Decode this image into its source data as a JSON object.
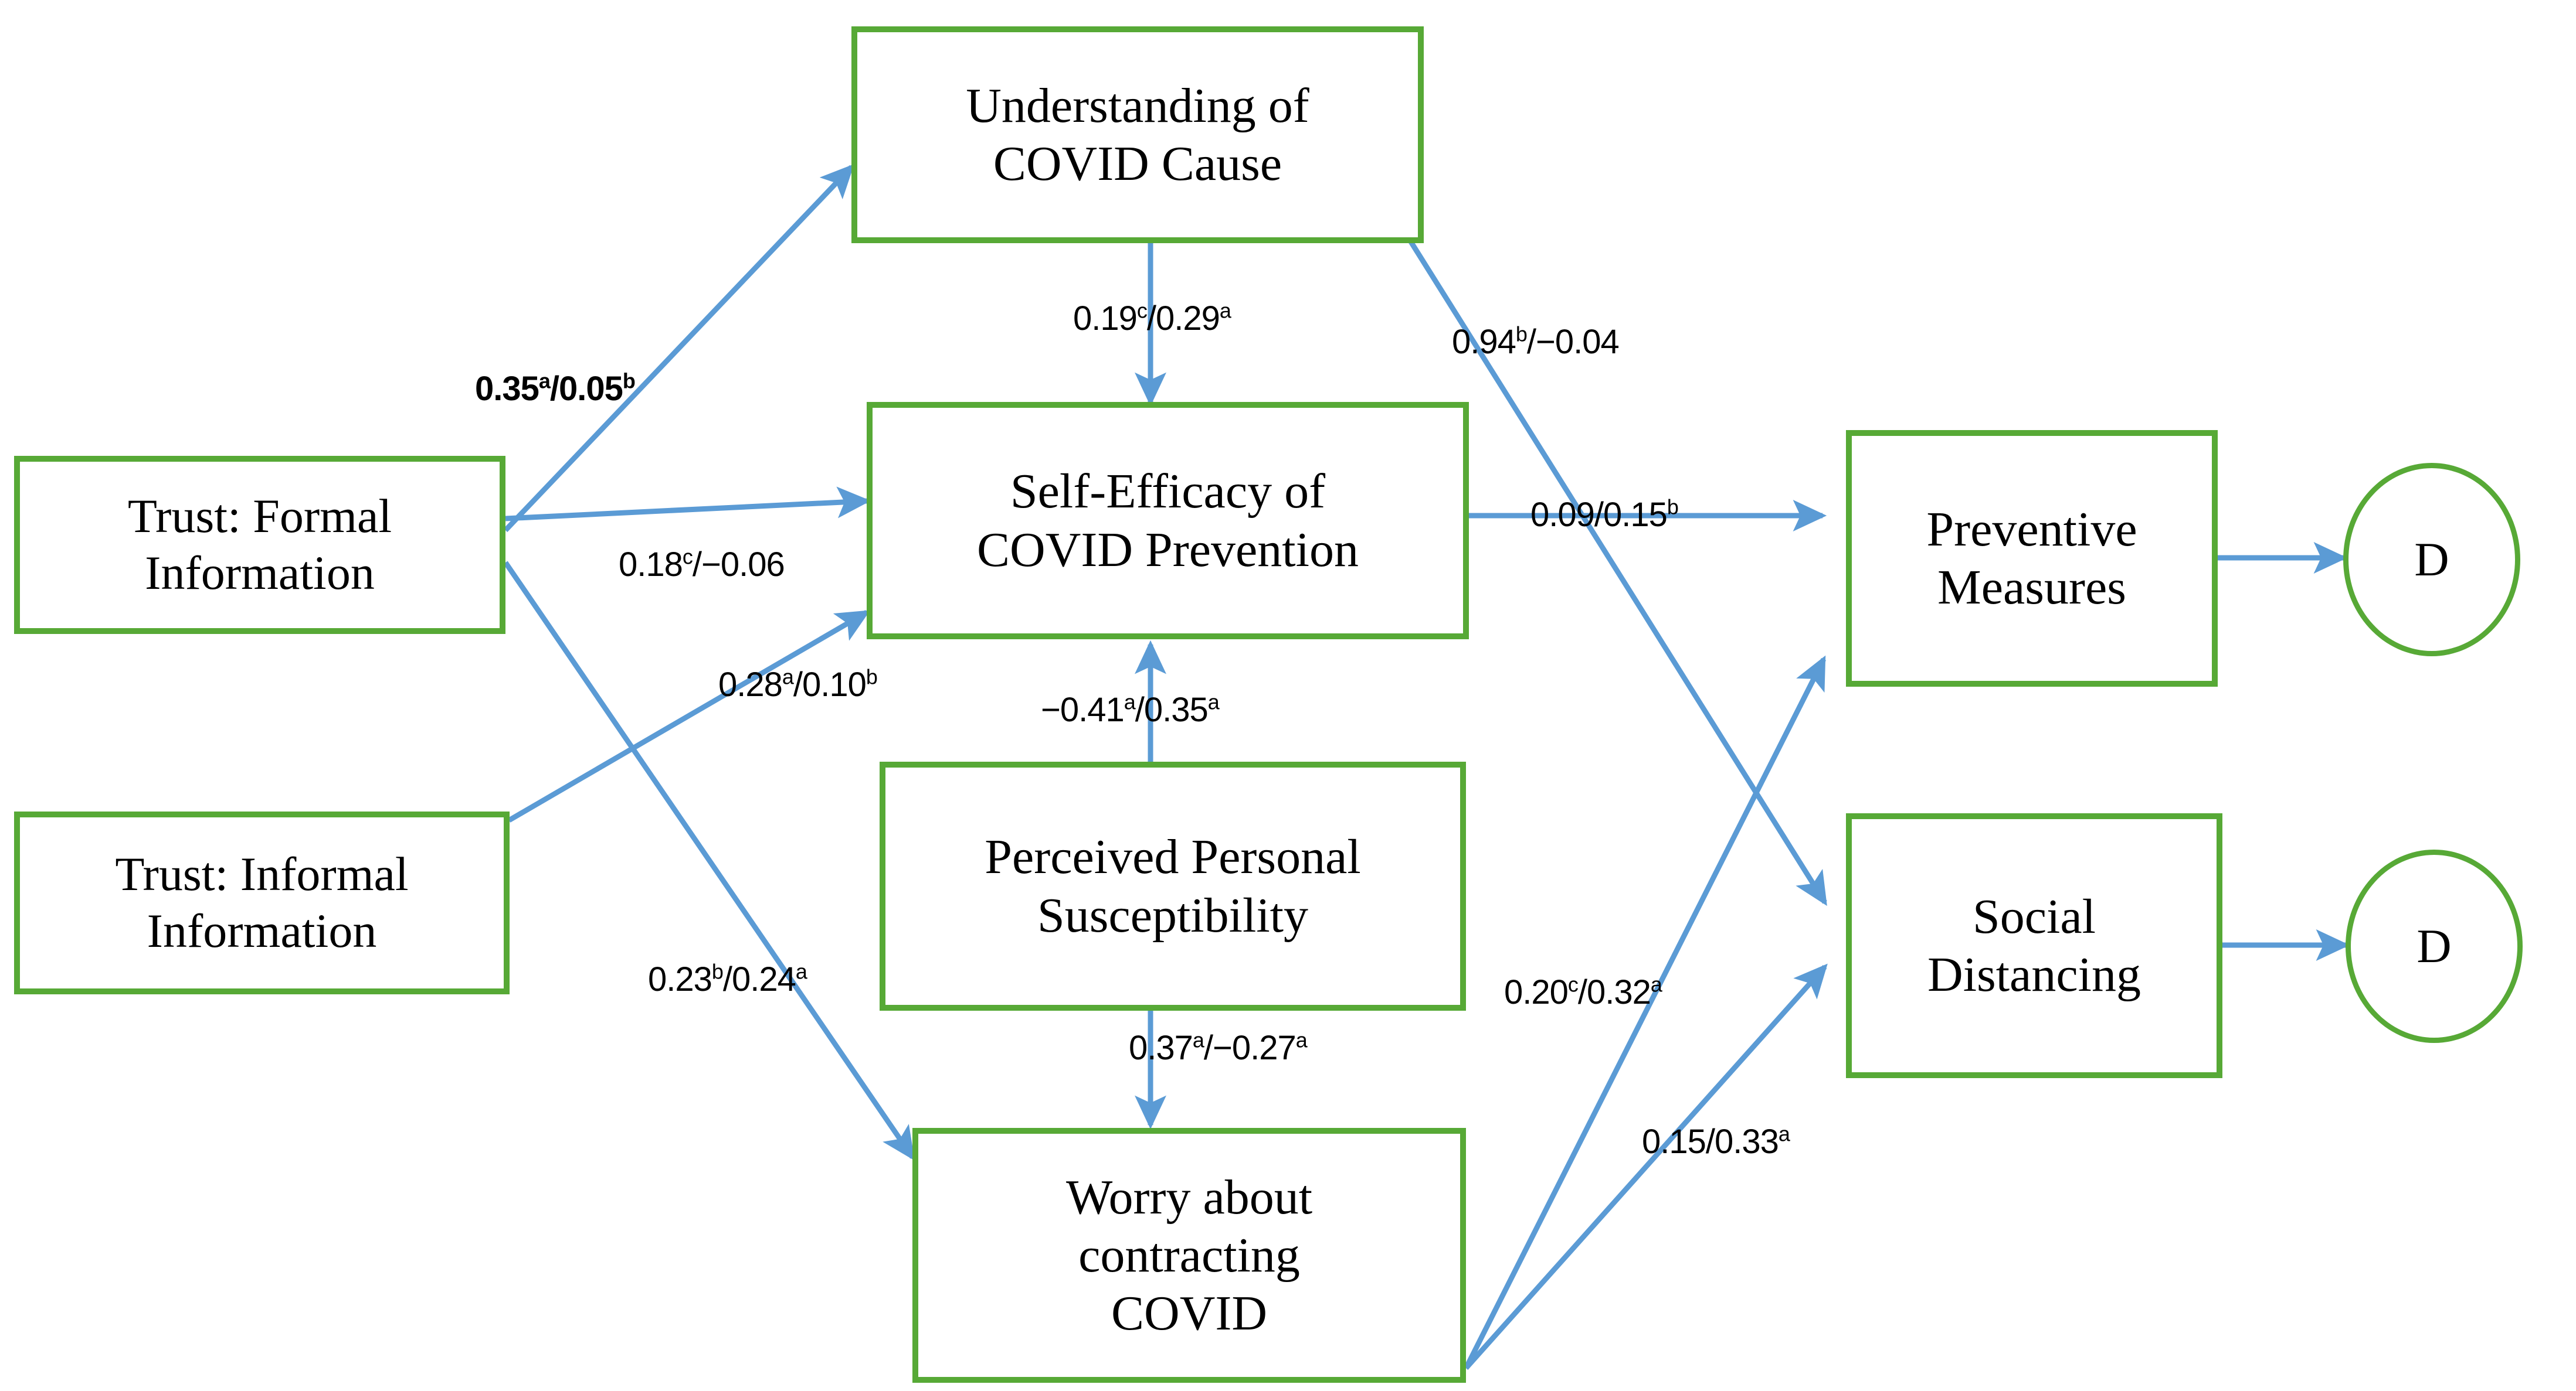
{
  "diagram": {
    "title": "COVID-19 health belief path model",
    "colors": {
      "node_border": "#57A936",
      "arrow": "#5B9BD5",
      "text": "#000000",
      "background": "#FFFFFF"
    },
    "nodes": [
      {
        "id": "understanding",
        "label": "Understanding of\nCOVID Cause",
        "line1": "Understanding of",
        "line2": "COVID Cause",
        "line3": "",
        "shape": "rectangle"
      },
      {
        "id": "self-efficacy",
        "label": "Self-Efficacy of\nCOVID Prevention",
        "line1": "Self-Efficacy of",
        "line2": "COVID Prevention",
        "line3": "",
        "shape": "rectangle"
      },
      {
        "id": "susceptibility",
        "label": "Perceived Personal\nSusceptibility",
        "line1": "Perceived Personal",
        "line2": "Susceptibility",
        "line3": "",
        "shape": "rectangle"
      },
      {
        "id": "worry",
        "label": "Worry about\ncontracting\nCOVID",
        "line1": "Worry about",
        "line2": "contracting",
        "line3": "COVID",
        "shape": "rectangle"
      },
      {
        "id": "trust-formal",
        "label": "Trust: Formal\nInformation",
        "line1": "Trust: Formal",
        "line2": "Information",
        "line3": "",
        "shape": "rectangle"
      },
      {
        "id": "trust-informal",
        "label": "Trust: Informal\nInformation",
        "line1": "Trust: Informal",
        "line2": "Information",
        "line3": "",
        "shape": "rectangle"
      },
      {
        "id": "preventive-measures",
        "label": "Preventive\nMeasures",
        "line1": "Preventive",
        "line2": "Measures",
        "line3": "",
        "shape": "rectangle"
      },
      {
        "id": "social-distancing",
        "label": "Social\nDistancing",
        "line1": "Social",
        "line2": "Distancing",
        "line3": "",
        "shape": "rectangle"
      },
      {
        "id": "disturbance-top",
        "label": "D",
        "line1": "D",
        "line2": "",
        "line3": "",
        "shape": "circle"
      },
      {
        "id": "disturbance-bottom",
        "label": "D",
        "line1": "D",
        "line2": "",
        "line3": "",
        "shape": "circle"
      }
    ],
    "edges": [
      {
        "id": "trust-formal-to-understanding",
        "from": "trust-formal",
        "to": "understanding",
        "coef_text": "0.35/0.05",
        "coef1": "0.35",
        "sup1": "a",
        "coef2": "0.05",
        "sup2": "b",
        "bold": true,
        "label": "0.35a/0.05b"
      },
      {
        "id": "trust-formal-to-self-efficacy",
        "from": "trust-formal",
        "to": "self-efficacy",
        "coef_text": "0.18/-0.06",
        "coef1": "0.18",
        "sup1": "c",
        "coef2": "−0.06",
        "sup2": "",
        "bold": false,
        "label": "0.18c/-0.06"
      },
      {
        "id": "trust-informal-to-self-efficacy",
        "from": "trust-informal",
        "to": "self-efficacy",
        "coef_text": "0.28/0.10",
        "coef1": "0.28",
        "sup1": "a",
        "coef2": "0.10",
        "sup2": "b",
        "bold": false,
        "label": "0.28a/0.10b"
      },
      {
        "id": "trust-informal-to-worry",
        "from": "trust-informal",
        "to": "worry",
        "coef_text": "0.23/0.24",
        "coef1": "0.23",
        "sup1": "b",
        "coef2": "0.24",
        "sup2": "a",
        "bold": false,
        "label": "0.23b/0.24a"
      },
      {
        "id": "understanding-to-self-efficacy",
        "from": "understanding",
        "to": "self-efficacy",
        "coef_text": "0.19/0.29",
        "coef1": "0.19",
        "sup1": "c",
        "coef2": "0.29",
        "sup2": "a",
        "bold": false,
        "label": "0.19c/0.29a"
      },
      {
        "id": "understanding-to-social-distancing",
        "from": "understanding",
        "to": "social-distancing",
        "coef_text": "0.94/-0.04",
        "coef1": "0.94",
        "sup1": "b",
        "coef2": "−0.04",
        "sup2": "",
        "bold": false,
        "label": "0.94b/-0.04"
      },
      {
        "id": "self-efficacy-to-preventive-measures",
        "from": "self-efficacy",
        "to": "preventive-measures",
        "coef_text": "0.09/0.15",
        "coef1": "0.09",
        "sup1": "",
        "coef2": "0.15",
        "sup2": "b",
        "bold": false,
        "label": "0.09/0.15b"
      },
      {
        "id": "susceptibility-to-self-efficacy",
        "from": "susceptibility",
        "to": "self-efficacy",
        "coef_text": "-0.41/0.35",
        "coef1": "−0.41",
        "sup1": "a",
        "coef2": "0.35",
        "sup2": "a",
        "bold": false,
        "label": "-0.41a/0.35a"
      },
      {
        "id": "susceptibility-to-worry",
        "from": "susceptibility",
        "to": "worry",
        "coef_text": "0.37/-0.27",
        "coef1": "0.37",
        "sup1": "a",
        "coef2": "−0.27",
        "sup2": "a",
        "bold": false,
        "label": "0.37a/-0.27a"
      },
      {
        "id": "worry-to-preventive-measures",
        "from": "worry",
        "to": "preventive-measures",
        "coef_text": "0.20/0.32",
        "coef1": "0.20",
        "sup1": "c",
        "coef2": "0.32",
        "sup2": "a",
        "bold": false,
        "label": "0.20c/0.32a"
      },
      {
        "id": "worry-to-social-distancing",
        "from": "worry",
        "to": "social-distancing",
        "coef_text": "0.15/0.33",
        "coef1": "0.15",
        "sup1": "",
        "coef2": "0.33",
        "sup2": "a",
        "bold": false,
        "label": "0.15/0.33a"
      },
      {
        "id": "preventive-measures-to-disturbance",
        "from": "preventive-measures",
        "to": "disturbance-top",
        "coef_text": "",
        "coef1": "",
        "sup1": "",
        "coef2": "",
        "sup2": "",
        "bold": false,
        "label": ""
      },
      {
        "id": "social-distancing-to-disturbance",
        "from": "social-distancing",
        "to": "disturbance-bottom",
        "coef_text": "",
        "coef1": "",
        "sup1": "",
        "coef2": "",
        "sup2": "",
        "bold": false,
        "label": ""
      }
    ]
  }
}
